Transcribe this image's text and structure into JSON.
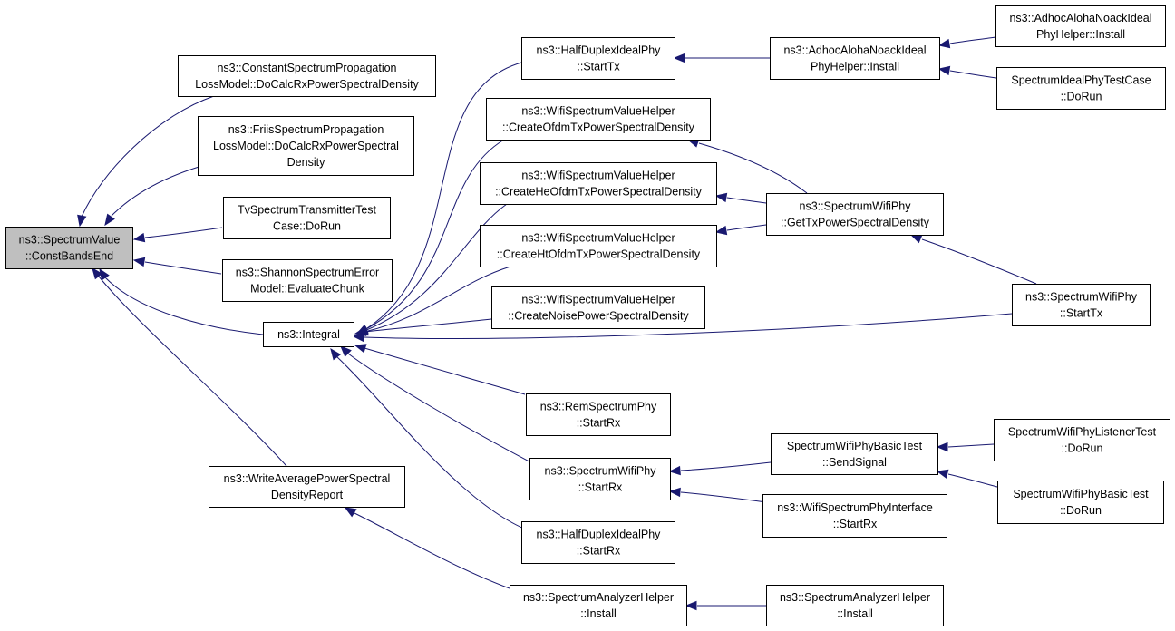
{
  "colors": {
    "edge": "#191970",
    "node_border": "#000000",
    "node_fill": "#ffffff",
    "root_fill": "#bfbfbf"
  },
  "nodes": [
    {
      "id": "n0",
      "lines": [
        "ns3::SpectrumValue",
        "::ConstBandsEnd"
      ],
      "root": true
    },
    {
      "id": "n1",
      "lines": [
        "ns3::ConstantSpectrumPropagation",
        "LossModel::DoCalcRxPowerSpectralDensity"
      ]
    },
    {
      "id": "n2",
      "lines": [
        "ns3::FriisSpectrumPropagation",
        "LossModel::DoCalcRxPowerSpectral",
        "Density"
      ]
    },
    {
      "id": "n3",
      "lines": [
        "TvSpectrumTransmitterTest",
        "Case::DoRun"
      ]
    },
    {
      "id": "n4",
      "lines": [
        "ns3::ShannonSpectrumError",
        "Model::EvaluateChunk"
      ]
    },
    {
      "id": "n5",
      "lines": [
        "ns3::Integral"
      ]
    },
    {
      "id": "n6",
      "lines": [
        "ns3::WriteAveragePowerSpectral",
        "DensityReport"
      ]
    },
    {
      "id": "n7",
      "lines": [
        "ns3::HalfDuplexIdealPhy",
        "::StartTx"
      ]
    },
    {
      "id": "n8",
      "lines": [
        "ns3::WifiSpectrumValueHelper",
        "::CreateOfdmTxPowerSpectralDensity"
      ]
    },
    {
      "id": "n9",
      "lines": [
        "ns3::WifiSpectrumValueHelper",
        "::CreateHeOfdmTxPowerSpectralDensity"
      ]
    },
    {
      "id": "n10",
      "lines": [
        "ns3::WifiSpectrumValueHelper",
        "::CreateHtOfdmTxPowerSpectralDensity"
      ]
    },
    {
      "id": "n11",
      "lines": [
        "ns3::WifiSpectrumValueHelper",
        "::CreateNoisePowerSpectralDensity"
      ]
    },
    {
      "id": "n12",
      "lines": [
        "ns3::RemSpectrumPhy",
        "::StartRx"
      ]
    },
    {
      "id": "n13",
      "lines": [
        "ns3::SpectrumWifiPhy",
        "::StartRx"
      ]
    },
    {
      "id": "n14",
      "lines": [
        "ns3::HalfDuplexIdealPhy",
        "::StartRx"
      ]
    },
    {
      "id": "n15",
      "lines": [
        "ns3::SpectrumAnalyzerHelper",
        "::Install"
      ]
    },
    {
      "id": "n16",
      "lines": [
        "ns3::AdhocAlohaNoackIdeal",
        "PhyHelper::Install"
      ]
    },
    {
      "id": "n17",
      "lines": [
        "ns3::SpectrumWifiPhy",
        "::GetTxPowerSpectralDensity"
      ]
    },
    {
      "id": "n18",
      "lines": [
        "SpectrumWifiPhyBasicTest",
        "::SendSignal"
      ]
    },
    {
      "id": "n19",
      "lines": [
        "ns3::WifiSpectrumPhyInterface",
        "::StartRx"
      ]
    },
    {
      "id": "n20",
      "lines": [
        "ns3::SpectrumAnalyzerHelper",
        "::Install"
      ]
    },
    {
      "id": "n21",
      "lines": [
        "ns3::AdhocAlohaNoackIdeal",
        "PhyHelper::Install"
      ]
    },
    {
      "id": "n22",
      "lines": [
        "SpectrumIdealPhyTestCase",
        "::DoRun"
      ]
    },
    {
      "id": "n23",
      "lines": [
        "ns3::SpectrumWifiPhy",
        "::StartTx"
      ]
    },
    {
      "id": "n24",
      "lines": [
        "SpectrumWifiPhyListenerTest",
        "::DoRun"
      ]
    },
    {
      "id": "n25",
      "lines": [
        "SpectrumWifiPhyBasicTest",
        "::DoRun"
      ]
    }
  ],
  "edges": [
    {
      "from": "n1",
      "to": "n0"
    },
    {
      "from": "n2",
      "to": "n0"
    },
    {
      "from": "n3",
      "to": "n0"
    },
    {
      "from": "n4",
      "to": "n0"
    },
    {
      "from": "n5",
      "to": "n0"
    },
    {
      "from": "n6",
      "to": "n0"
    },
    {
      "from": "n7",
      "to": "n5"
    },
    {
      "from": "n8",
      "to": "n5"
    },
    {
      "from": "n9",
      "to": "n5"
    },
    {
      "from": "n10",
      "to": "n5"
    },
    {
      "from": "n11",
      "to": "n5"
    },
    {
      "from": "n23",
      "to": "n5"
    },
    {
      "from": "n12",
      "to": "n5"
    },
    {
      "from": "n13",
      "to": "n5"
    },
    {
      "from": "n14",
      "to": "n5"
    },
    {
      "from": "n15",
      "to": "n6"
    },
    {
      "from": "n16",
      "to": "n7"
    },
    {
      "from": "n17",
      "to": "n8"
    },
    {
      "from": "n17",
      "to": "n9"
    },
    {
      "from": "n17",
      "to": "n10"
    },
    {
      "from": "n18",
      "to": "n13"
    },
    {
      "from": "n19",
      "to": "n13"
    },
    {
      "from": "n20",
      "to": "n15"
    },
    {
      "from": "n21",
      "to": "n16"
    },
    {
      "from": "n22",
      "to": "n16"
    },
    {
      "from": "n23",
      "to": "n17"
    },
    {
      "from": "n24",
      "to": "n18"
    },
    {
      "from": "n25",
      "to": "n18"
    }
  ]
}
